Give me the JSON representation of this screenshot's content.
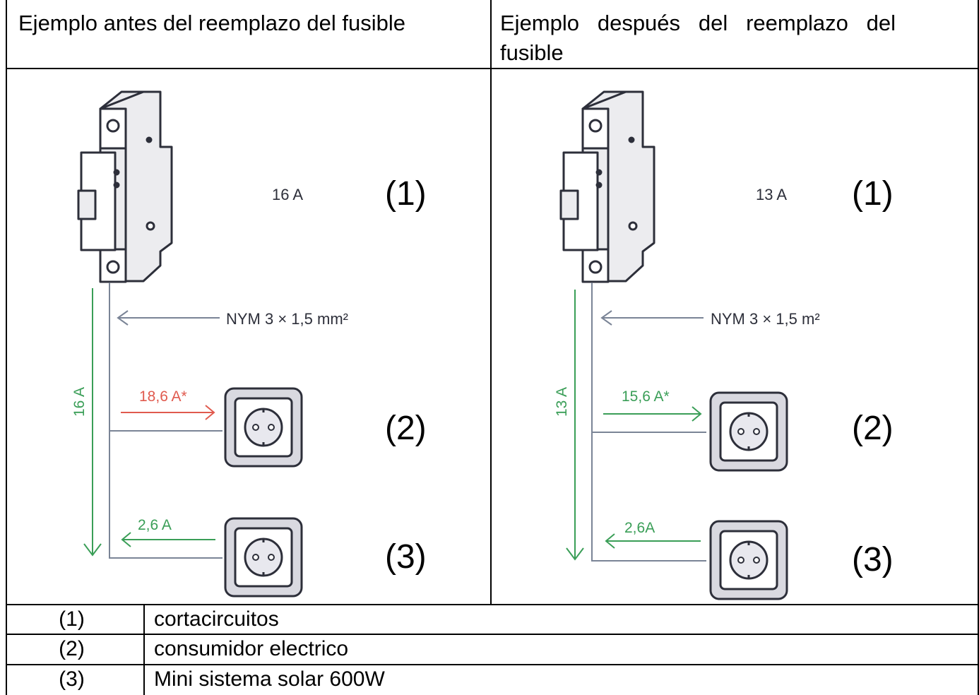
{
  "header": {
    "left": "Ejemplo antes del reemplazo del fusible",
    "right_line1": "Ejemplo   después   del   reemplazo   del",
    "right_line2": "fusible"
  },
  "before": {
    "breaker_rating": "16 A",
    "cable": "NYM 3 × 1,5 mm²",
    "total_current": "16 A",
    "consumer_current": "18,6 A*",
    "solar_current": "2,6 A",
    "label1": "(1)",
    "label2": "(2)",
    "label3": "(3)"
  },
  "after": {
    "breaker_rating": "13 A",
    "cable": "NYM 3 × 1,5 m²",
    "total_current": "13 A",
    "consumer_current": "15,6 A*",
    "solar_current": "2,6A",
    "label1": "(1)",
    "label2": "(2)",
    "label3": "(3)"
  },
  "legend": [
    {
      "num": "(1)",
      "text": "cortacircuitos"
    },
    {
      "num": "(2)",
      "text": "consumidor electrico"
    },
    {
      "num": "(3)",
      "text": "Mini sistema solar 600W"
    }
  ],
  "colors": {
    "green": "#3a9e57",
    "red": "#e05a4e",
    "wire": "#7a8496",
    "device": "#2d2f3a"
  }
}
